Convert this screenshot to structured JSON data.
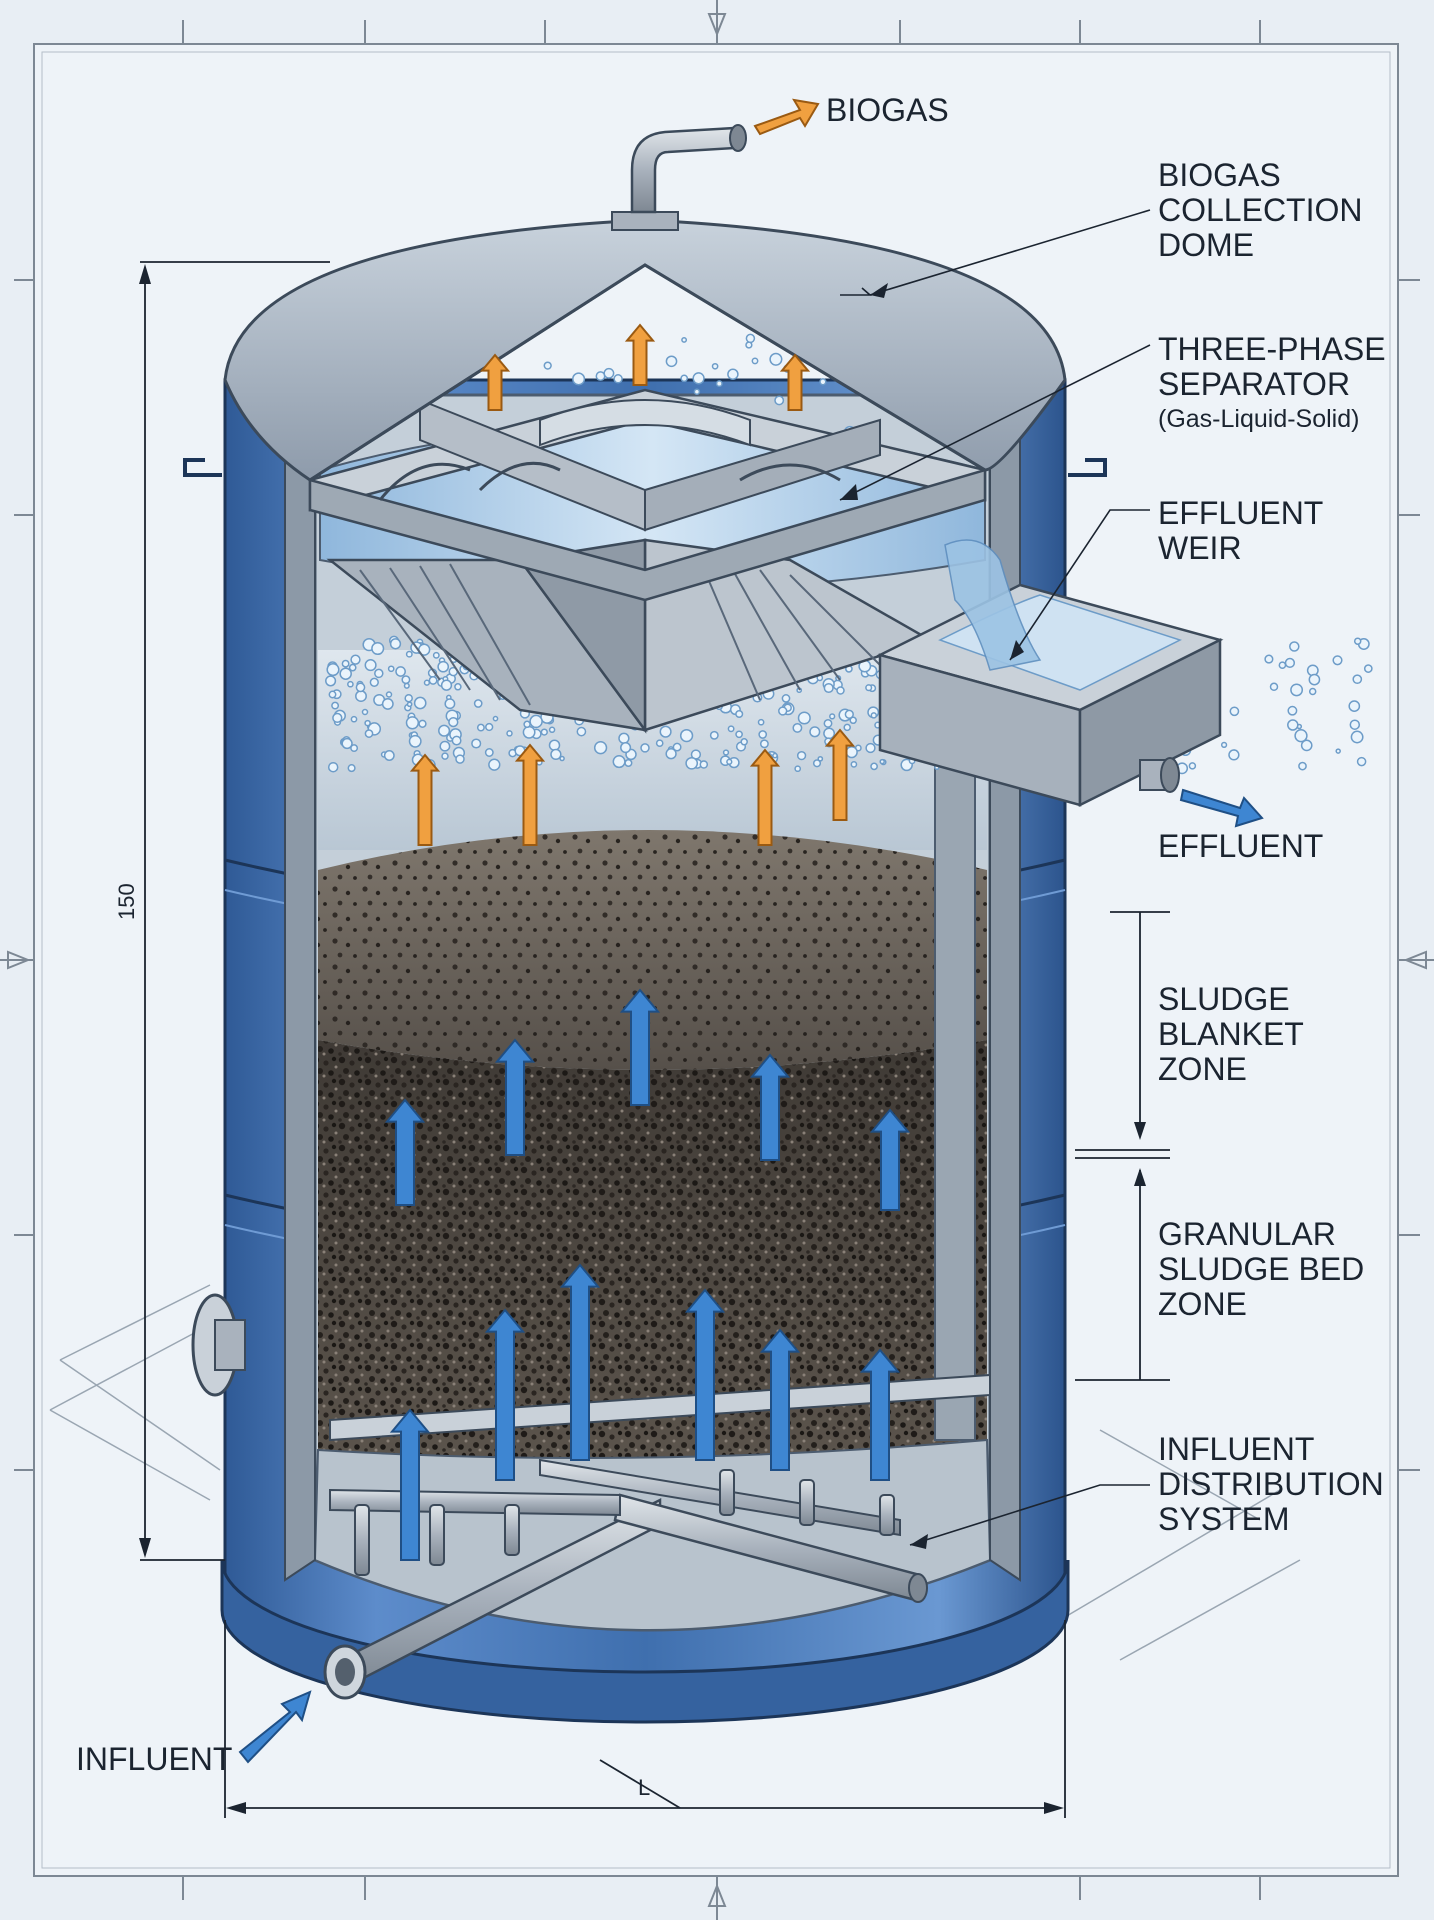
{
  "labels": {
    "biogas": "BIOGAS",
    "dome": [
      "BIOGAS",
      "COLLECTION",
      "DOME"
    ],
    "separator": [
      "THREE-PHASE",
      "SEPARATOR"
    ],
    "separator_sub": "(Gas-Liquid-Solid)",
    "weir": [
      "EFFLUENT",
      "WEIR"
    ],
    "effluent": "EFFLUENT",
    "blanket": [
      "SLUDGE",
      "BLANKET",
      "ZONE"
    ],
    "bed": [
      "GRANULAR",
      "SLUDGE BED",
      "ZONE"
    ],
    "distribution": [
      "INFLUENT",
      "DISTRIBUTION",
      "SYSTEM"
    ],
    "influent": "INFLUENT"
  },
  "dimensions": {
    "height": "150",
    "length": "L"
  },
  "colors": {
    "tank_blue": "#3f6fae",
    "steel": "#a9b2bd",
    "water": "#a9cbe6",
    "sludge": "#4a4540",
    "gas_arrow": "#f0a040",
    "flow_arrow": "#3e86d2"
  }
}
